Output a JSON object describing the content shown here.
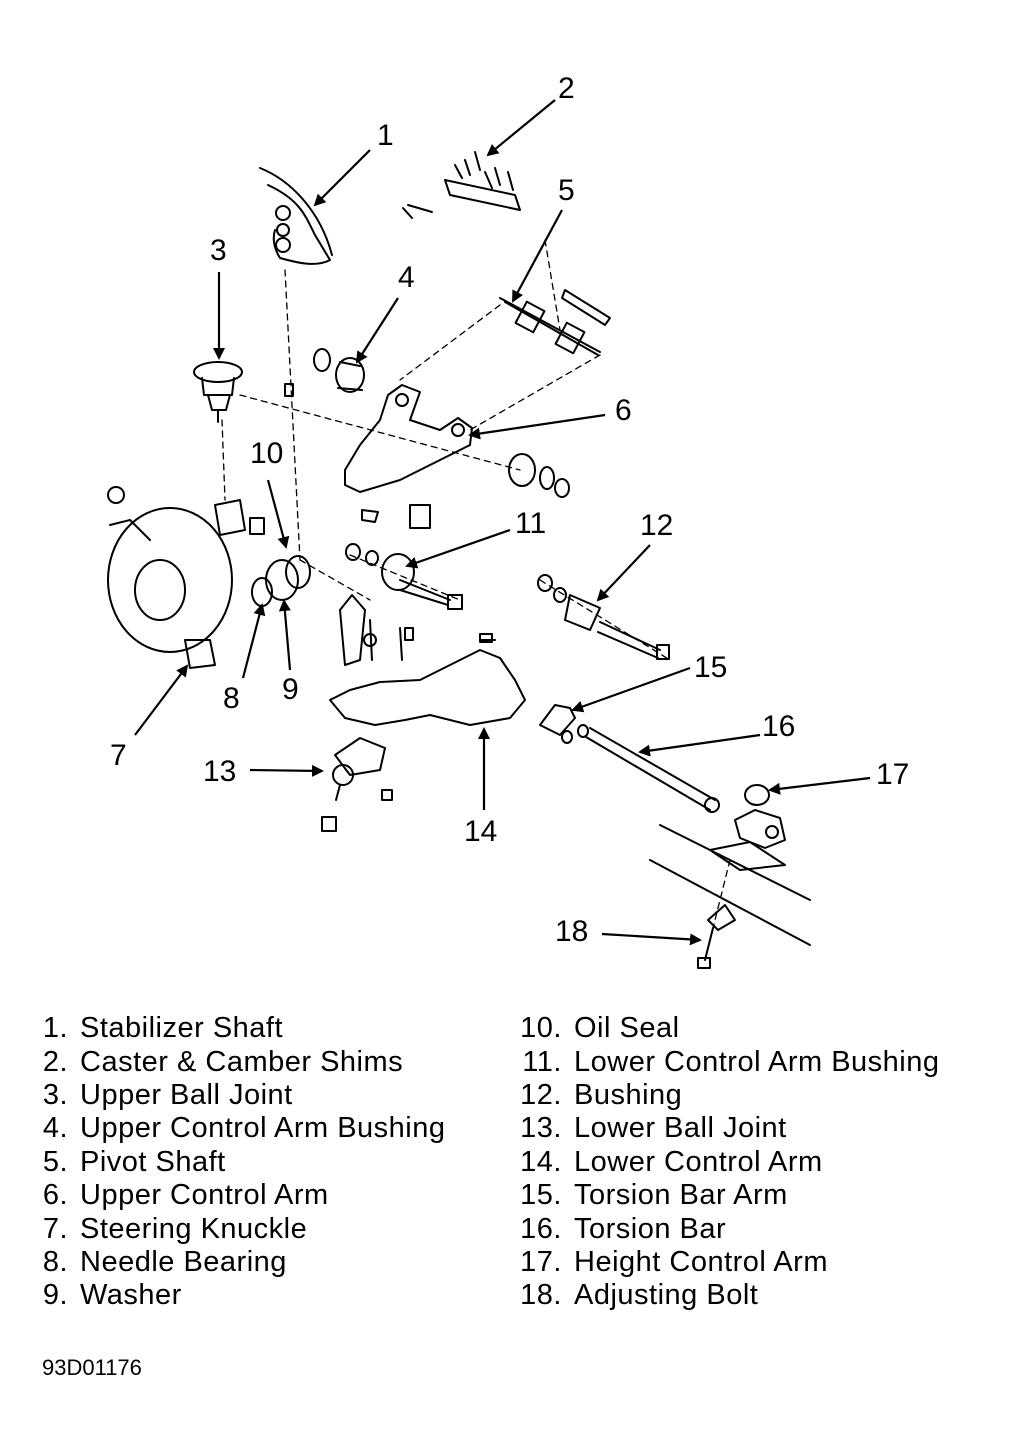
{
  "figure_code": "93D01176",
  "callouts": [
    "1",
    "2",
    "3",
    "4",
    "5",
    "6",
    "7",
    "8",
    "9",
    "10",
    "11",
    "12",
    "13",
    "14",
    "15",
    "16",
    "17",
    "18"
  ],
  "legend": {
    "left": [
      {
        "num": "1.",
        "name": "Stabilizer Shaft"
      },
      {
        "num": "2.",
        "name": "Caster & Camber Shims"
      },
      {
        "num": "3.",
        "name": "Upper Ball Joint"
      },
      {
        "num": "4.",
        "name": "Upper Control Arm Bushing"
      },
      {
        "num": "5.",
        "name": "Pivot Shaft"
      },
      {
        "num": "6.",
        "name": "Upper Control Arm"
      },
      {
        "num": "7.",
        "name": "Steering Knuckle"
      },
      {
        "num": "8.",
        "name": "Needle Bearing"
      },
      {
        "num": "9.",
        "name": "Washer"
      }
    ],
    "right": [
      {
        "num": "10.",
        "name": "Oil Seal"
      },
      {
        "num": "11.",
        "name": "Lower Control Arm Bushing"
      },
      {
        "num": "12.",
        "name": "Bushing"
      },
      {
        "num": "13.",
        "name": "Lower Ball Joint"
      },
      {
        "num": "14.",
        "name": "Lower Control Arm"
      },
      {
        "num": "15.",
        "name": "Torsion Bar Arm"
      },
      {
        "num": "16.",
        "name": "Torsion Bar"
      },
      {
        "num": "17.",
        "name": "Height Control Arm"
      },
      {
        "num": "18.",
        "name": "Adjusting Bolt"
      }
    ]
  }
}
